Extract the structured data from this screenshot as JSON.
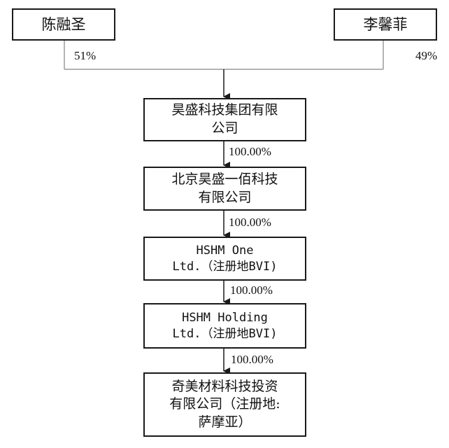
{
  "shareholders": {
    "left": {
      "name": "陈融圣",
      "share": "51%"
    },
    "right": {
      "name": "李馨菲",
      "share": "49%"
    }
  },
  "entities": [
    {
      "lines": [
        "昊盛科技集团有限",
        "公司"
      ]
    },
    {
      "lines": [
        "北京昊盛一佰科技",
        "有限公司"
      ]
    },
    {
      "lines": [
        "HSHM One",
        "Ltd.（注册地BVI)"
      ]
    },
    {
      "lines": [
        "HSHM Holding",
        "Ltd.（注册地BVI)"
      ]
    },
    {
      "lines": [
        "奇美材料科技投资",
        "有限公司（注册地:",
        "萨摩亚）"
      ]
    }
  ],
  "links": [
    {
      "share": "100.00%"
    },
    {
      "share": "100.00%"
    },
    {
      "share": "100.00%"
    },
    {
      "share": "100.00%"
    }
  ],
  "style": {
    "line_color": "#9a9a9a",
    "arrow_color": "#1a1a1a",
    "border_color": "#1a1a1a"
  }
}
